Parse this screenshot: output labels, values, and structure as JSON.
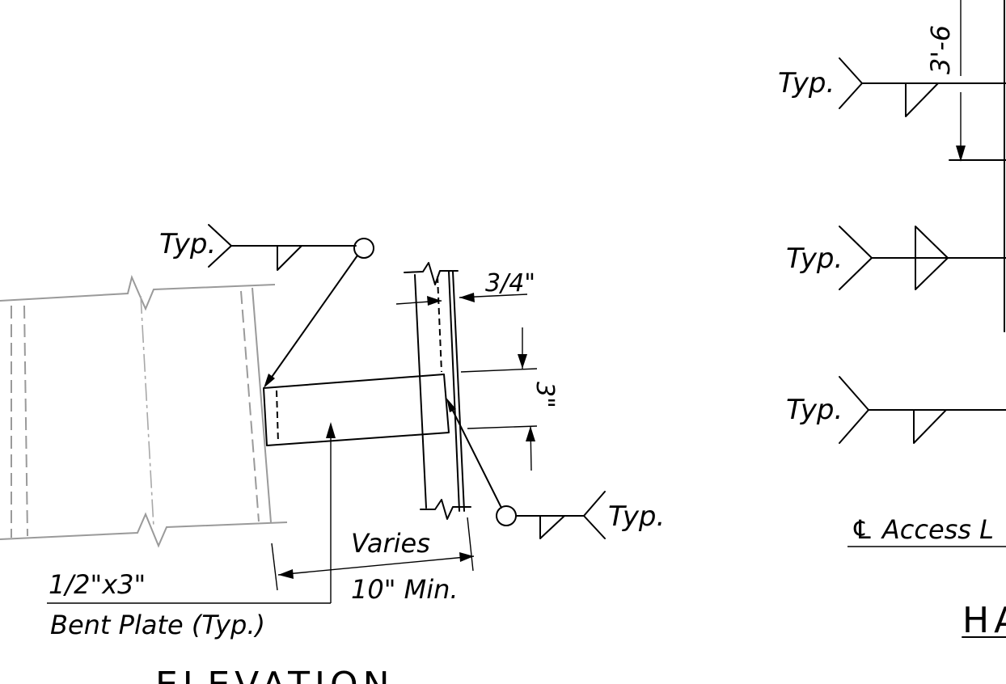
{
  "labels": {
    "typ": "Typ.",
    "frac_three_quarter": "3/4\"",
    "dim_three": "3\"",
    "varies": "Varies",
    "min_len": "10\" Min.",
    "plate_size": "1/2\"x3\"",
    "plate_desc": "Bent Plate (Typ.)",
    "elevation_title": "ELEVATION",
    "dim_3_6": "3'-6",
    "cl_access": "℄ Access L",
    "right_title": "HA"
  }
}
